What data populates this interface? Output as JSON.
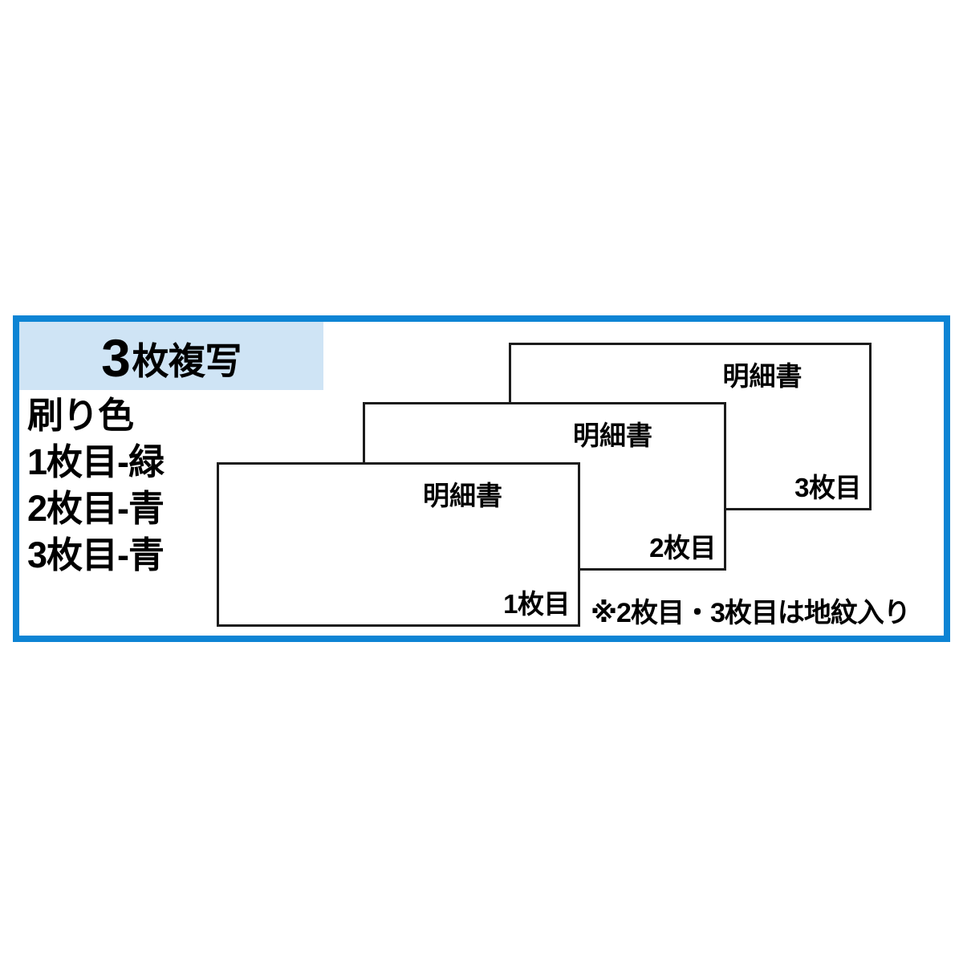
{
  "panel": {
    "frame_color": "#0d84d4",
    "background_color": "#ffffff"
  },
  "title": {
    "band_color": "#cfe4f5",
    "count": "3",
    "suffix": "枚複写",
    "full": "3枚複写"
  },
  "spec": {
    "heading": "刷り色",
    "lines": [
      "1枚目-緑",
      "2枚目-青",
      "3枚目-青"
    ]
  },
  "sheets": [
    {
      "id": "sheet-3",
      "title": "明細書",
      "index_label": "3枚目",
      "ink_color_name": "青",
      "stack_order": 3
    },
    {
      "id": "sheet-2",
      "title": "明細書",
      "index_label": "2枚目",
      "ink_color_name": "青",
      "stack_order": 2
    },
    {
      "id": "sheet-1",
      "title": "明細書",
      "index_label": "1枚目",
      "ink_color_name": "緑",
      "stack_order": 1
    }
  ],
  "footnote": {
    "text": "※2枚目・3枚目は地紋入り"
  }
}
